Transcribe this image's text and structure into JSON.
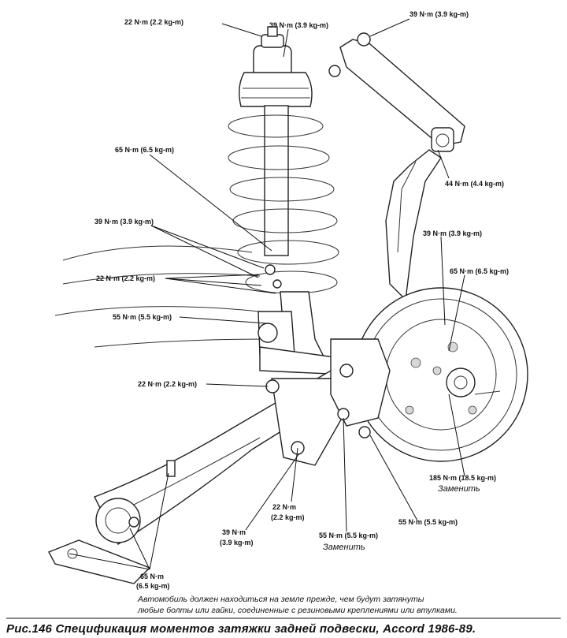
{
  "labels": {
    "t22_top": "22 N·m (2.2 kg-m)",
    "t39_top_a": "39 N·m (3.9 kg-m)",
    "t39_top_b": "39 N·m (3.9 kg-m)",
    "t65_strut": "65 N·m (6.5 kg-m)",
    "t44": "44 N·m  (4.4 kg-m)",
    "t39_left": "39 N·m (3.9 kg-m)",
    "t22_left": "22 N·m (2.2 kg-m)",
    "t39_right": "39 N·m (3.9 kg-m)",
    "t65_right": "65 N·m (6.5 kg-m)",
    "t55_left": "55 N·m (5.5 kg-m)",
    "t22_mid": "22 N·m (2.2 kg-m)",
    "t185_line1": "185 N·m (18.5 kg-m)",
    "t185_line2": "Заменить",
    "t22_low_1": "22 N·m",
    "t22_low_2": "(2.2 kg-m)",
    "t39_low_1": "39 N·m",
    "t39_low_2": "(3.9 kg-m)",
    "t55_low_mid": "55 N·m (5.5 kg-m)",
    "t55_low_mid_note": "Заменить",
    "t55_low_right": "55 N·m (5.5 kg-m)",
    "t65_low_1": "65 N·m",
    "t65_low_2": "(6.5 kg-m)"
  },
  "note": {
    "line1": "Автомобиль должен находиться на земле прежде, чем будут затянуты",
    "line2": "любые болты или гайки, соединенные с резиновыми креплениями или втулками."
  },
  "caption": "Рис.146  Спецификация моментов затяжки задней подвески, Accord  1986-89."
}
